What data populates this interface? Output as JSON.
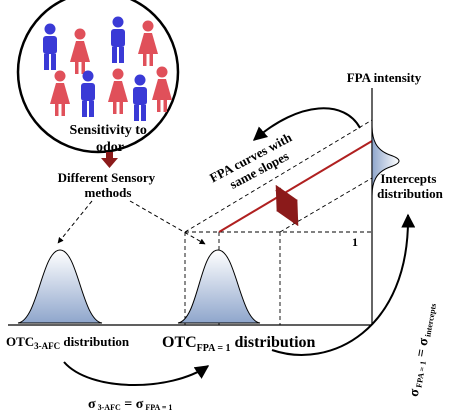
{
  "circle_caption": [
    "Sensitivity to",
    "odor"
  ],
  "methods_label": [
    "Different  Sensory",
    "methods"
  ],
  "fpa_axis_label": "FPA intensity",
  "slopes_label": [
    "FPA curves with",
    "same slopes"
  ],
  "intercepts_label": [
    "Intercepts",
    "distribution"
  ],
  "tick_label": "1",
  "otc_afc_label": {
    "main": "OTC",
    "sub": "3-AFC",
    "suffix": " distribution"
  },
  "otc_fpa_label": {
    "main": "OTC",
    "sub": "FPA = 1",
    "suffix": " distribution"
  },
  "eq_bottom": {
    "sym1": "σ",
    "sub1": " 3-AFC",
    "eq": " = ",
    "sym2": "σ",
    "sub2": " FPA = 1"
  },
  "eq_right": {
    "sym1": "σ",
    "sub1": " FPA = 1",
    "eq": " = ",
    "sym2": "σ",
    "sub2": " intercepts"
  },
  "colors": {
    "male": "#3a3ad6",
    "female": "#e0505a",
    "accent_red": "#b02020",
    "arrow_dark": "#8b1a1a",
    "dist_fill": "#8fa6cc"
  },
  "people": [
    "male",
    "female",
    "male",
    "female",
    "female",
    "male",
    "female",
    "male",
    "female"
  ]
}
